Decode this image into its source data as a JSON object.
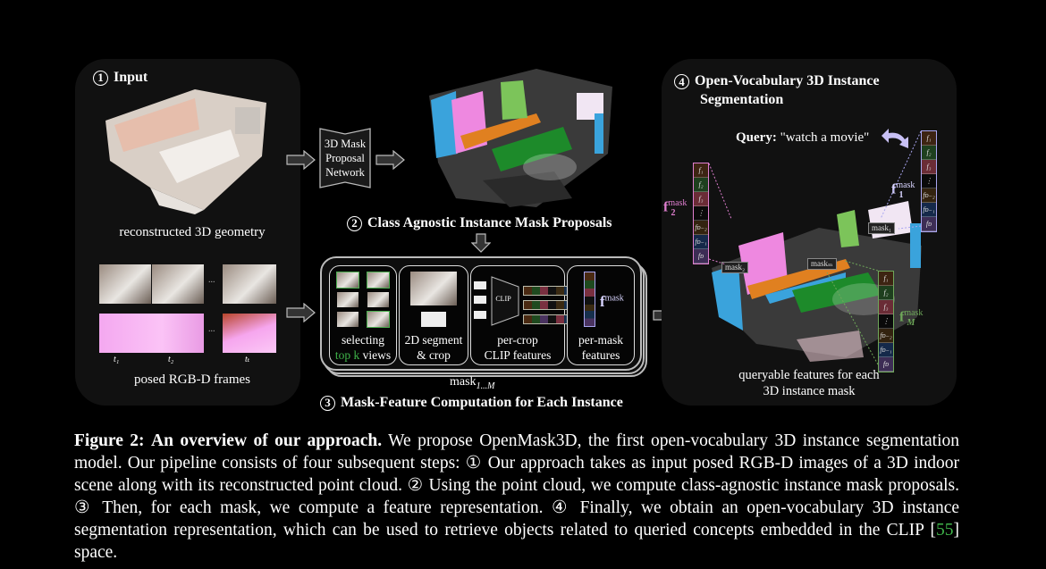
{
  "figure": {
    "panel1": {
      "step_number": "1",
      "title": "Input",
      "geometry_caption": "reconstructed 3D geometry",
      "frames_caption": "posed RGB-D frames",
      "frame_labels": [
        "t₁",
        "t₂",
        "tₜ"
      ],
      "ellipsis": "..."
    },
    "network": {
      "label_line1": "3D Mask",
      "label_line2": "Proposal",
      "label_line3": "Network"
    },
    "panel2": {
      "step_number": "2",
      "title": "Class Agnostic Instance Mask Proposals"
    },
    "panel3": {
      "step_number": "3",
      "title": "Mask-Feature Computation for Each Instance",
      "mask_range_label": "mask",
      "mask_range_sub": "1...M",
      "substeps": [
        {
          "line1": "selecting",
          "line2_green": "top k",
          "line2_rest": " views"
        },
        {
          "line1": "2D segment",
          "line2": "& crop"
        },
        {
          "line1": "per-crop",
          "line2": "CLIP features",
          "clip_label": "CLIP"
        },
        {
          "line1": "per-mask",
          "line2": "features",
          "symbol": "f",
          "symbol_sup": "mask"
        }
      ]
    },
    "panel4": {
      "step_number": "4",
      "title_line1": "Open-Vocabulary 3D Instance",
      "title_line2": "Segmentation",
      "query_label": "Query:",
      "query_text": "\"watch a movie\"",
      "caption_line1": "queryable features for each",
      "caption_line2": "3D instance mask",
      "feature_cells": [
        "f₁",
        "f₂",
        "f₃",
        "⋮",
        "fᴅ₋₂",
        "fᴅ₋₁",
        "fᴅ"
      ],
      "vectors": [
        {
          "name": "f",
          "sup": "mask",
          "sub": "2",
          "color": "#e07fd0",
          "mask_label": "mask₂"
        },
        {
          "name": "f",
          "sup": "mask",
          "sub": "1",
          "color": "#a9a6f0",
          "mask_label": "mask₁"
        },
        {
          "name": "f",
          "sup": "mask",
          "sub": "M",
          "color": "#6fa85a",
          "mask_label": "maskₘ"
        }
      ]
    }
  },
  "caption": {
    "label": "Figure 2:",
    "bold_title": "An overview of our approach.",
    "text_1": " We propose OpenMask3D, the first open-vocabulary 3D instance segmentation model. Our pipeline consists of four subsequent steps: ① Our approach takes as input posed RGB-D images of a 3D indoor scene along with its reconstructed point cloud. ② Using the point cloud, we compute class-agnostic instance mask proposals. ③ Then, for each mask, we compute a feature representation. ④ Finally, we obtain an open-vocabulary 3D instance segmentation representation, which can be used to retrieve objects related to queried concepts embedded in the CLIP [",
    "citation": "55",
    "text_2": "] space."
  },
  "colors": {
    "citation_green": "#3fb54a",
    "top_k_green": "#4caf50",
    "query_arrow": "#c8c0f5"
  }
}
